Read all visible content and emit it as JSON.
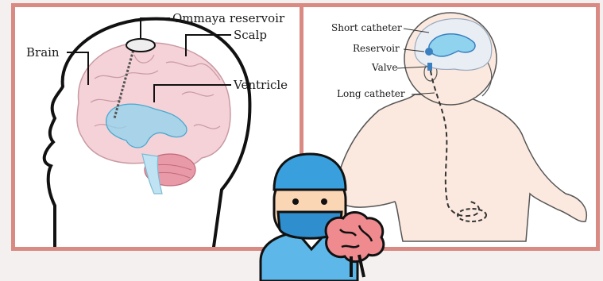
{
  "left_labels": {
    "ommaya": "Ommaya reservoir",
    "scalp": "Scalp",
    "brain": "Brain",
    "ventricle": "Ventricle"
  },
  "right_labels": {
    "short_catheter": "Short catheter",
    "reservoir": "Reservoir",
    "valve": "Valve",
    "long_catheter": "Long catheter"
  },
  "colors": {
    "panel_border": "#d98a82",
    "background": "#f4f0f0",
    "ventricle": "#8fd3ee",
    "brain": "#f5d2d8",
    "cerebellum": "#e89aa8",
    "skin": "#fbe9df",
    "doctor_cap": "#3aa0dd",
    "doctor_mask": "#2f8fce"
  }
}
